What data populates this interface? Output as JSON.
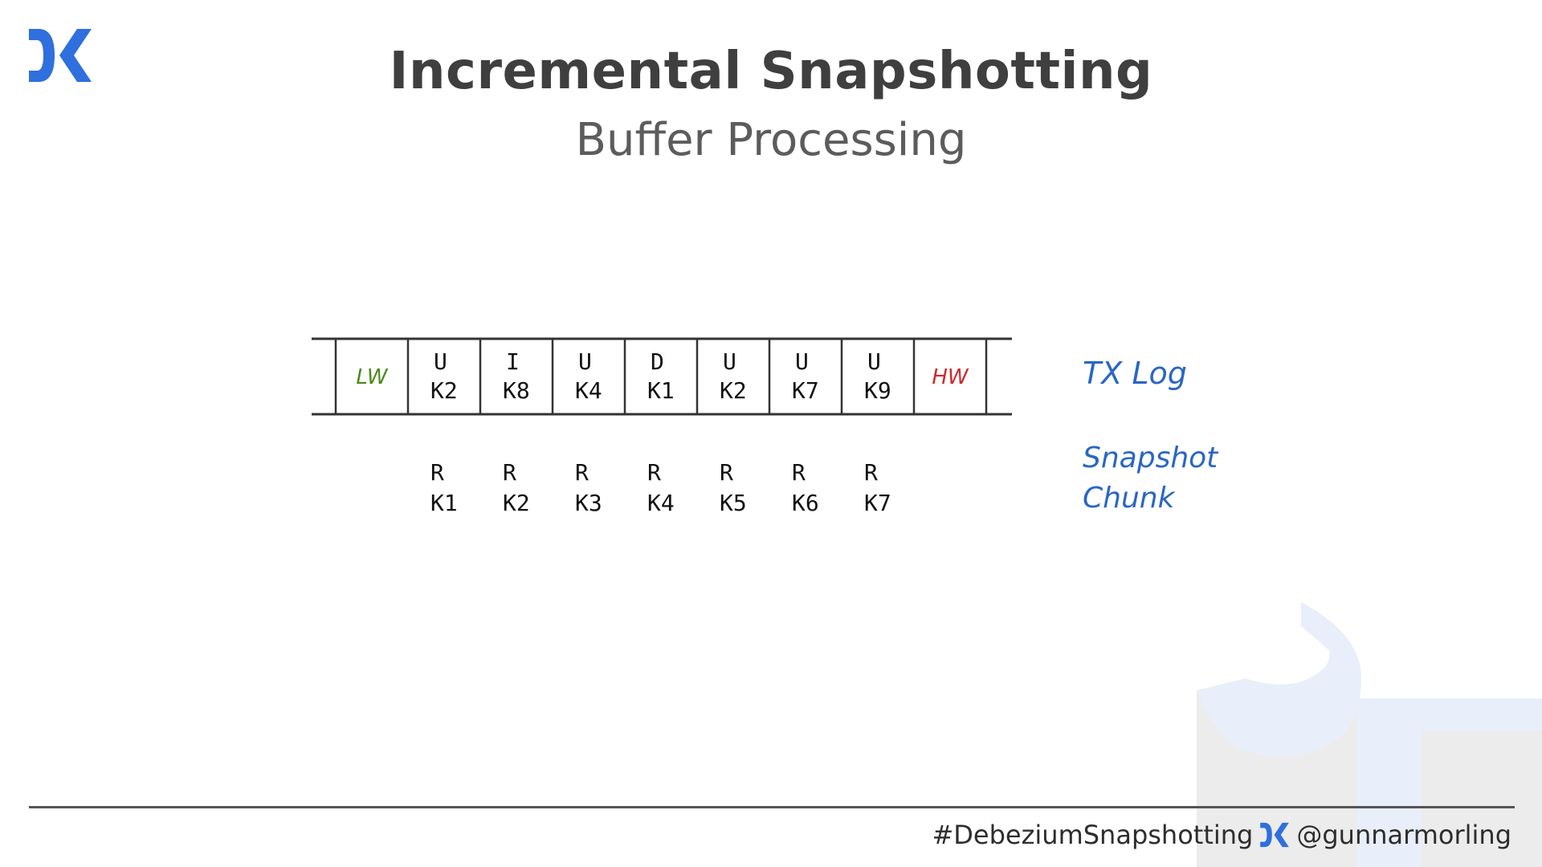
{
  "header": {
    "title": "Incremental Snapshotting",
    "subtitle": "Buffer Processing"
  },
  "tx_log": {
    "label": "TX Log",
    "cells": [
      {
        "op": "",
        "key": "LW",
        "color": "#4a8a1a"
      },
      {
        "op": "U",
        "key": "K2"
      },
      {
        "op": "I",
        "key": "K8"
      },
      {
        "op": "U",
        "key": "K4"
      },
      {
        "op": "D",
        "key": "K1"
      },
      {
        "op": "U",
        "key": "K2"
      },
      {
        "op": "U",
        "key": "K7"
      },
      {
        "op": "U",
        "key": "K9"
      },
      {
        "op": "",
        "key": "HW",
        "color": "#cc2a2a"
      }
    ]
  },
  "snapshot_chunk": {
    "label_line1": "Snapshot",
    "label_line2": "Chunk",
    "items": [
      {
        "op": "R",
        "key": "K1"
      },
      {
        "op": "R",
        "key": "K2"
      },
      {
        "op": "R",
        "key": "K3"
      },
      {
        "op": "R",
        "key": "K4"
      },
      {
        "op": "R",
        "key": "K5"
      },
      {
        "op": "R",
        "key": "K6"
      },
      {
        "op": "R",
        "key": "K7"
      }
    ]
  },
  "footer": {
    "hashtag": "#DebeziumSnapshotting",
    "handle": "@gunnarmorling"
  },
  "colors": {
    "accent": "#2f6fde",
    "label_blue": "#2a66c4",
    "deco": "#e8effb"
  }
}
